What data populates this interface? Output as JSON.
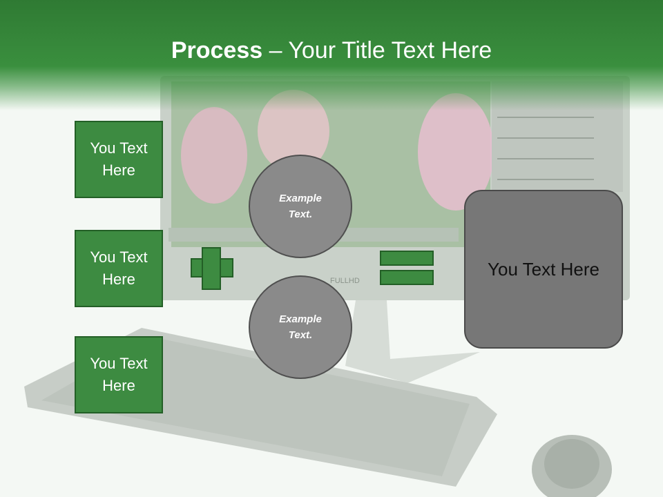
{
  "header": {
    "title_bold": "Process",
    "title_rest": " – Your Title Text Here"
  },
  "left_boxes": [
    {
      "label": "You Text\nHere"
    },
    {
      "label": "You Text\nHere"
    },
    {
      "label": "You Text\nHere"
    }
  ],
  "circles": [
    {
      "label": "Example\nText."
    },
    {
      "label": "Example\nText."
    }
  ],
  "result": {
    "label": "You Text Here"
  },
  "background": {
    "screen_badge": "FULLHD"
  },
  "colors": {
    "accent": "#3d8b41",
    "accent_dark": "#235f26",
    "header": "#2f7a33",
    "circle": "#8a8a8a",
    "result": "#777777"
  }
}
